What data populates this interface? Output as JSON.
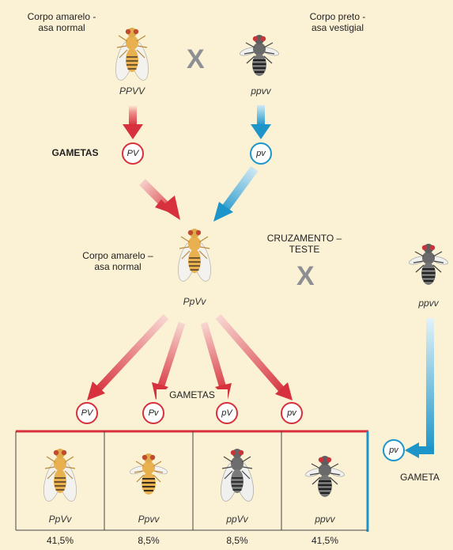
{
  "parents": {
    "female": {
      "phenotype_line1": "Corpo amarelo -",
      "phenotype_line2": "asa normal",
      "genotype": "PPVV"
    },
    "male": {
      "phenotype_line1": "Corpo preto -",
      "phenotype_line2": "asa vestigial",
      "genotype": "ppvv"
    },
    "cross_symbol": "X"
  },
  "gametes_label": "GAMETAS",
  "parent_gametes": {
    "female": "PV",
    "male": "pv"
  },
  "f1": {
    "phenotype_line1": "Corpo amarelo –",
    "phenotype_line2": "asa normal",
    "genotype": "PpVv"
  },
  "testcross": {
    "label_line1": "CRUZAMENTO –",
    "label_line2": "TESTE",
    "symbol": "X",
    "genotype": "ppvv",
    "gamete": "pv",
    "gamete_label": "GAMETA"
  },
  "f1_gametes_label": "GAMETAS",
  "f1_gametes": [
    "PV",
    "Pv",
    "pV",
    "pv"
  ],
  "offspring": [
    {
      "genotype": "PpVv",
      "percent": "41,5%"
    },
    {
      "genotype": "Ppvv",
      "percent": "8,5%"
    },
    {
      "genotype": "ppVv",
      "percent": "8,5%"
    },
    {
      "genotype": "ppvv",
      "percent": "41,5%"
    }
  ],
  "colors": {
    "red": "#d6313c",
    "blue": "#1d95c9",
    "background": "#fbf2d5",
    "yellow_body": "#e9b04f",
    "black_body": "#555555"
  }
}
